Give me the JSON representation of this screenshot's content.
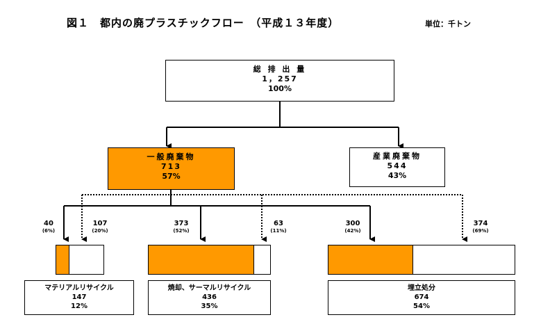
{
  "header": {
    "title": "図１　都内の廃プラスチックフロー　（平成１３年度）",
    "unit": "単位：千トン"
  },
  "total": {
    "label": "総 排 出 量",
    "value": "1，257",
    "percent": "100%"
  },
  "general": {
    "label": "一般廃棄物",
    "value": "713",
    "percent": "57%"
  },
  "industrial": {
    "label": "産業廃棄物",
    "value": "544",
    "percent": "43%"
  },
  "flows": {
    "material_general": {
      "value": "40",
      "percent": "(6%)"
    },
    "material_industrial": {
      "value": "107",
      "percent": "(20%)"
    },
    "thermal_general": {
      "value": "373",
      "percent": "(52%)"
    },
    "thermal_industrial": {
      "value": "63",
      "percent": "(11%)"
    },
    "landfill_general": {
      "value": "300",
      "percent": "(42%)"
    },
    "landfill_industrial": {
      "value": "374",
      "percent": "(69%)"
    }
  },
  "results": {
    "material": {
      "label": "マテリアルリサイクル",
      "value": "147",
      "percent": "12%"
    },
    "thermal": {
      "label": "焼却、サーマルリサイクル",
      "value": "436",
      "percent": "35%"
    },
    "landfill": {
      "label": "埋立処分",
      "value": "674",
      "percent": "54%"
    }
  },
  "bars": {
    "material_general_share": 0.27,
    "thermal_general_share": 0.86,
    "landfill_general_share": 0.45
  },
  "colors": {
    "general": "#FF9900",
    "industrial": "#FFFFFF"
  }
}
